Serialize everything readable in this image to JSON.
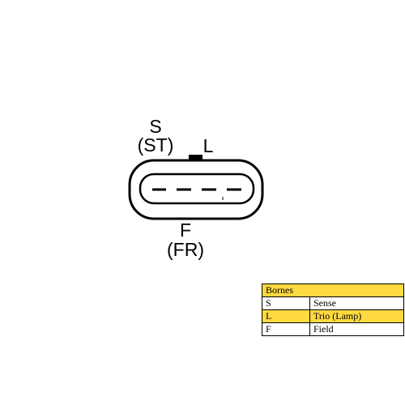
{
  "connector": {
    "pin_s_label": "S",
    "pin_s_alt": "(ST)",
    "pin_l_label": "L",
    "pin_f_label": "F",
    "pin_f_alt": "(FR)"
  },
  "legend": {
    "title": "Bornes",
    "rows": [
      {
        "code": "S",
        "desc": "Sense"
      },
      {
        "code": "L",
        "desc": "Trio (Lamp)"
      },
      {
        "code": "F",
        "desc": "Field"
      }
    ],
    "highlight_color": "#ffd940"
  }
}
